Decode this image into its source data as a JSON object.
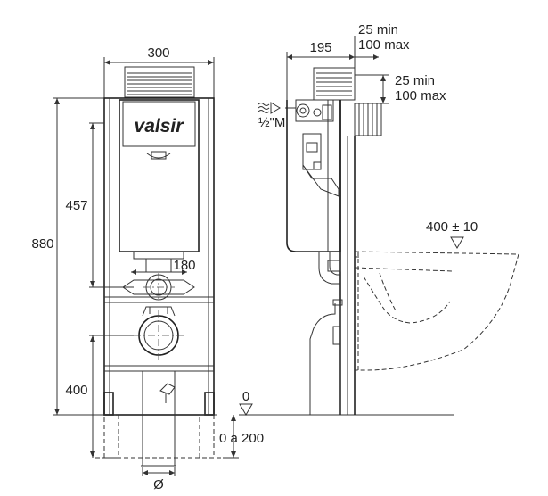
{
  "labels": {
    "width_front": "300",
    "height_total": "880",
    "height_457": "457",
    "height_400": "400",
    "width_180": "180",
    "diameter": "Ø",
    "depth_side": "195",
    "offset_top_min": "25 min",
    "offset_top_max": "100 max",
    "offset_side_min": "25 min",
    "offset_side_max": "100 max",
    "water_inlet": "½\"M",
    "bowl_height": "400 ± 10",
    "floor_level": "0",
    "adjust_range": "0 a 200"
  },
  "brand": {
    "logo_text": "valsir"
  },
  "colors": {
    "line": "#333333",
    "text": "#222222",
    "background": "#ffffff"
  }
}
